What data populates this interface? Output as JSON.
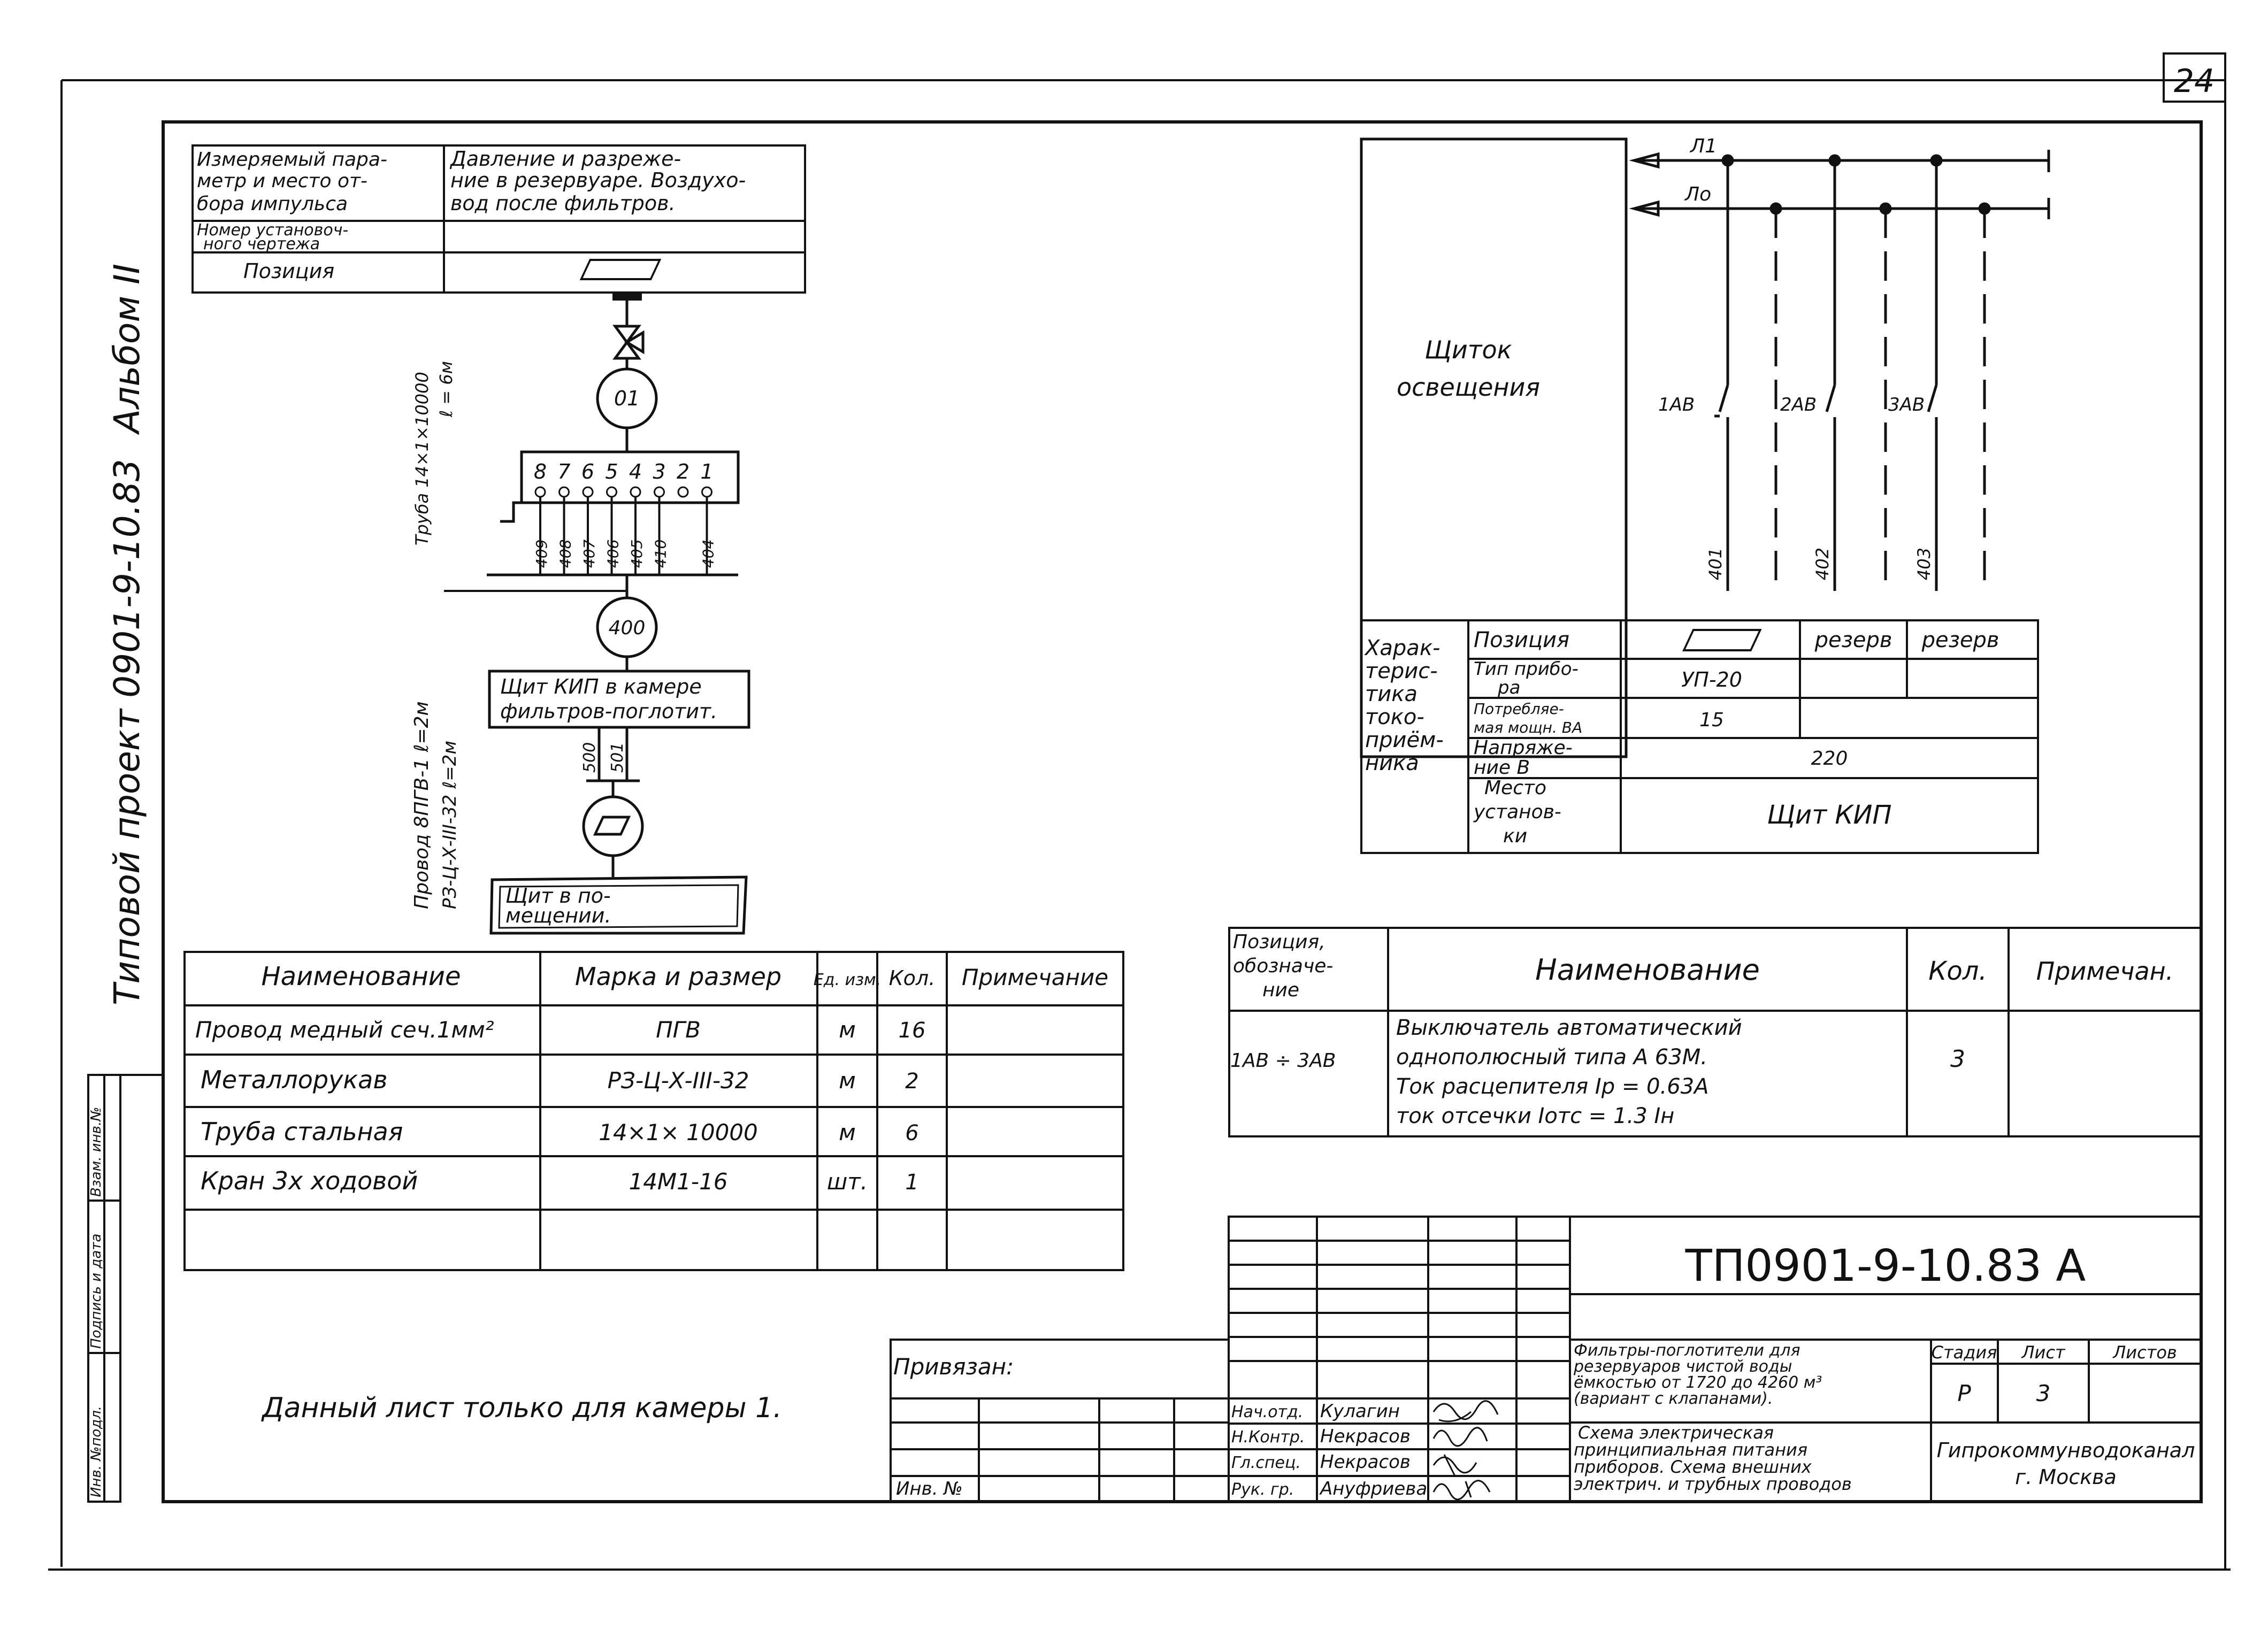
{
  "sheet": {
    "number": "24"
  },
  "side": {
    "project": "Типовой  проект  0901-9-10.83",
    "album": "Альбом II",
    "inv_no": "Инв. №подл.",
    "signature": "Подпись и дата",
    "replace": "Взам. инв.№"
  },
  "impulse": {
    "r1_label_l1": "Измеряемый пара-",
    "r1_label_l2": "метр и место от-",
    "r1_label_l3": "бора  импульса",
    "r1_value_l1": "Давление  и разреже-",
    "r1_value_l2": "ние в резервуаре. Воздухо-",
    "r1_value_l3": "вод после  фильтров.",
    "r2_label_l1": "Номер  установоч-",
    "r2_label_l2": "ного  чертежа",
    "r3_label": "Позиция"
  },
  "diagram": {
    "pipe_l1": "Труба 14×1×10000",
    "pipe_l2": "ℓ = 6м",
    "sensor": "01",
    "terminals": [
      "8",
      "7",
      "6",
      "5",
      "4",
      "3",
      "2",
      "1"
    ],
    "wires_top": [
      "409",
      "408",
      "407",
      "406",
      "405",
      "410",
      "404"
    ],
    "junction": "400",
    "wire_l1": "Провод 8ПГВ-1  ℓ=2м",
    "wire_l2": "РЗ-Ц-Х-III-32   ℓ=2м",
    "panel_l1": "Щит КИП в камере",
    "panel_l2": "фильтров-поглотит.",
    "wires_bottom": [
      "500",
      "501"
    ],
    "room_l1": "Щит   в  по-",
    "room_l2": "мещении."
  },
  "lighting": {
    "title_l1": "Щиток",
    "title_l2": "освещения",
    "bus_1": "Л1",
    "bus_0": "Ло",
    "breakers": [
      "1АВ",
      "2АВ",
      "3АВ"
    ],
    "circuits": [
      "401",
      "402",
      "403"
    ],
    "group_l1": "Харак-",
    "group_l2": "терис-",
    "group_l3": "тика",
    "group_l4": "токо-",
    "group_l5": "приём-",
    "group_l6": "ника",
    "row_position": "Позиция",
    "reserve_1": "резерв",
    "reserve_2": "резерв",
    "row_type_l1": "Тип прибо-",
    "row_type_l2": "ра",
    "type_value": "УП-20",
    "row_power_l1": "Потребляе-",
    "row_power_l2": "мая мощн. ВА",
    "power_value": "15",
    "row_voltage_l1": "Напряже-",
    "row_voltage_l2": "ние В",
    "voltage_value": "220",
    "row_place_l1": "Место",
    "row_place_l2": "установ-",
    "row_place_l3": "ки",
    "place_value": "Щит   КИП"
  },
  "materials": {
    "headers": [
      "Наименование",
      "Марка и размер",
      "Ед. изм.",
      "Кол.",
      "Примечание"
    ],
    "rows": [
      {
        "name": "Провод медный сеч.1мм²",
        "mark": "ПГВ",
        "unit": "м",
        "qty": "16"
      },
      {
        "name": "Металлорукав",
        "mark": "РЗ-Ц-Х-III-32",
        "unit": "м",
        "qty": "2"
      },
      {
        "name": "Труба  стальная",
        "mark": "14×1× 10000",
        "unit": "м",
        "qty": "6"
      },
      {
        "name": "Кран 3х ходовой",
        "mark": "14М1-16",
        "unit": "шт.",
        "qty": "1"
      }
    ]
  },
  "equipment": {
    "pos_h_l1": "Позиция,",
    "pos_h_l2": "обозначе-",
    "pos_h_l3": "ние",
    "name_h": "Наименование",
    "qty_h": "Кол.",
    "note_h": "Примечан.",
    "pos": "1АВ ÷ 3АВ",
    "line1": "Выключатель  автоматический",
    "line2": "однополюсный  типа  А 63М.",
    "line3": "Ток  расцепителя  Iр = 0.63А",
    "line4": "ток  отсечки  Iотс = 1.3 Iн",
    "qty": "3"
  },
  "note": "Данный лист только для камеры 1.",
  "binding": {
    "label": "Привязан:",
    "inv": "Инв. №"
  },
  "stamp": {
    "code": "ТП0901-9-10.83  А",
    "roles": [
      "Нач.отд.",
      "Н.Контр.",
      "Гл.спец.",
      "Рук. гр."
    ],
    "names": [
      "Кулагин",
      "Некрасов",
      "Некрасов",
      "Ануфриева"
    ],
    "desc_l1": "Фильтры-поглотители для",
    "desc_l2": "резервуаров чистой воды",
    "desc_l3": "ёмкостью от 1720 до 4260 м³",
    "desc_l4": "(вариант  с клапанами).",
    "title_l1": "Схема   электрическая",
    "title_l2": "принципиальная питания",
    "title_l3": "приборов. Схема  внешних",
    "title_l4": "электрич. и трубных проводов",
    "stage_h": "Стадия",
    "sheet_h": "Лист",
    "sheets_h": "Листов",
    "stage": "Р",
    "sheet": "3",
    "org_l1": "Гипрокоммунводоканал",
    "org_l2": "г. Москва"
  }
}
